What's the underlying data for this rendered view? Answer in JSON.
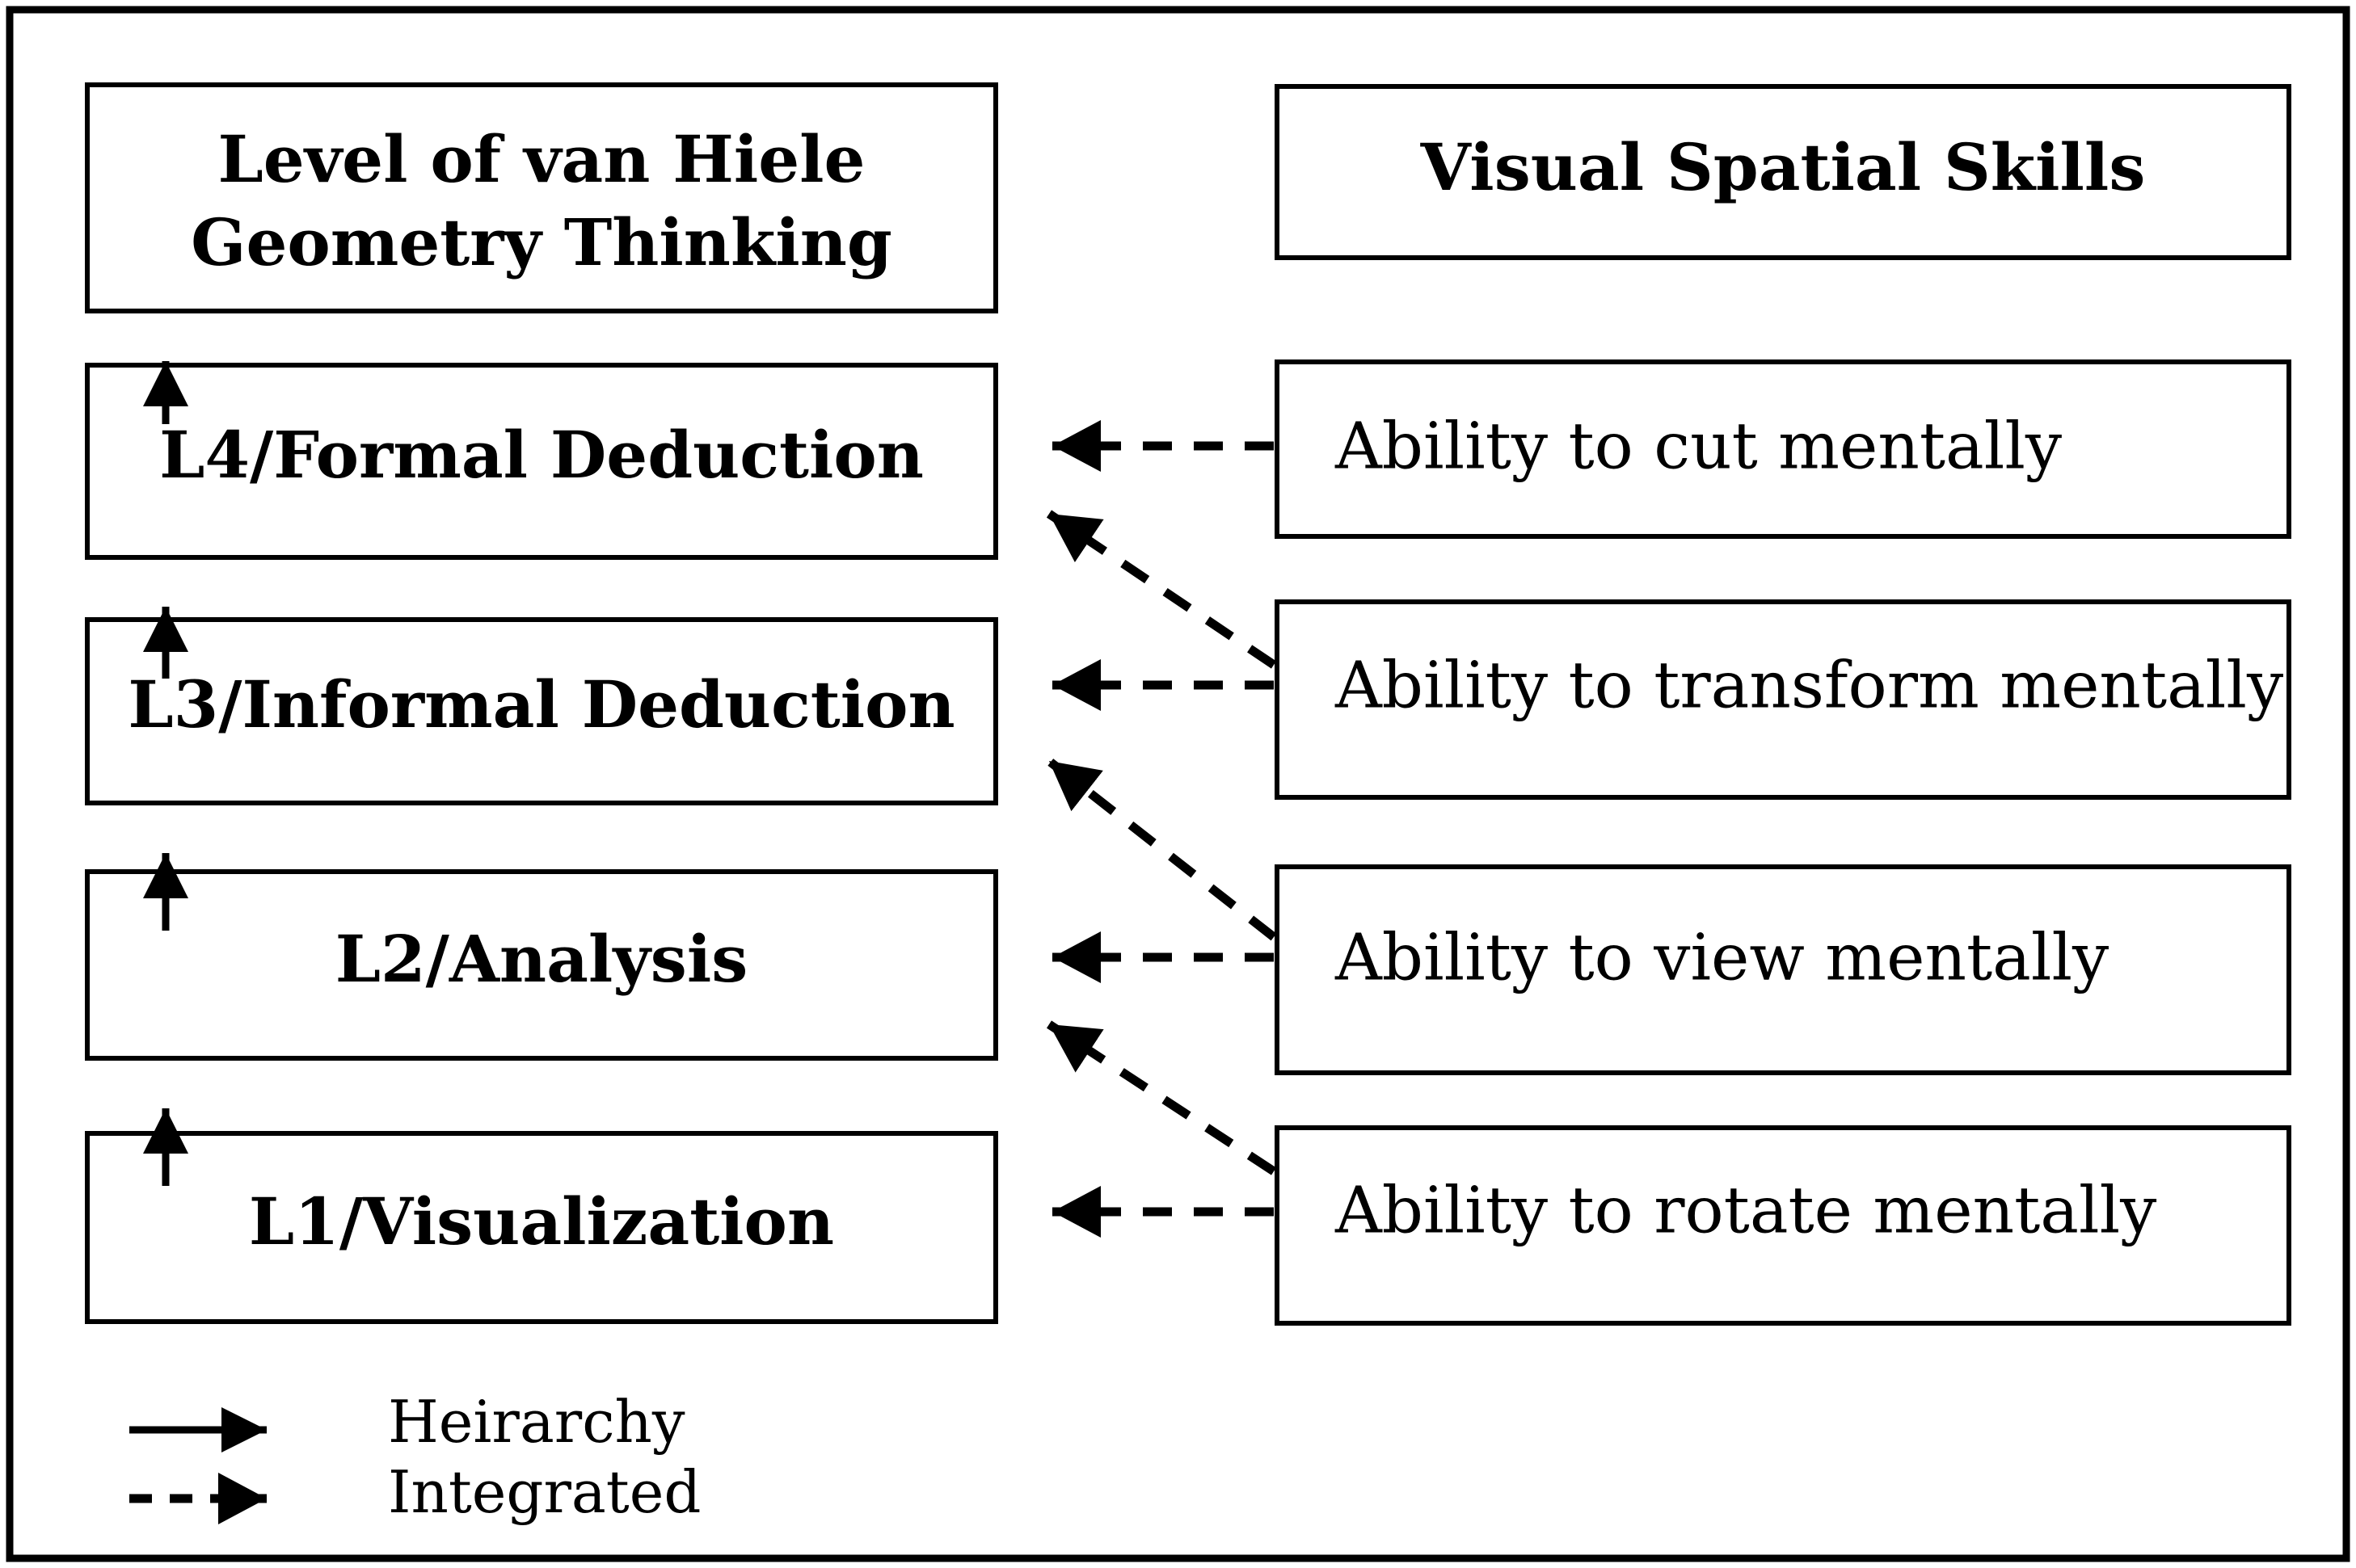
{
  "figure": {
    "left_header": {
      "line1": "Level of van Hiele",
      "line2": "Geometry Thinking"
    },
    "right_header": "Visual Spatial Skills",
    "levels": [
      {
        "id": "L4",
        "label": "L4/Formal Deduction"
      },
      {
        "id": "L3",
        "label": "L3/Informal Deduction"
      },
      {
        "id": "L2",
        "label": "L2/Analysis"
      },
      {
        "id": "L1",
        "label": "L1/Visualization"
      }
    ],
    "skills": [
      {
        "label": "Ability to cut mentally"
      },
      {
        "label": "Ability to transform mentally"
      },
      {
        "label": "Ability to view mentally"
      },
      {
        "label": "Ability to rotate mentally"
      }
    ],
    "legend": {
      "solid_label": "Heirarchy",
      "dashed_label": "Integrated"
    },
    "connections": {
      "hierarchy_arrows": [
        "L1/Visualization -> L2/Analysis",
        "L2/Analysis -> L3/Informal Deduction",
        "L3/Informal Deduction -> L4/Formal Deduction",
        "L4/Formal Deduction -> Level of van Hiele Geometry Thinking"
      ],
      "integrated_arrows": [
        "Ability to cut mentally -> L4/Formal Deduction",
        "Ability to transform mentally -> L3/Informal Deduction",
        "Ability to transform mentally -> L4/Formal Deduction",
        "Ability to view mentally -> L2/Analysis",
        "Ability to view mentally -> L3/Informal Deduction",
        "Ability to rotate mentally -> L1/Visualization",
        "Ability to rotate mentally -> L2/Analysis"
      ]
    },
    "colors": {
      "ink": "#000000",
      "background": "#ffffff"
    }
  }
}
